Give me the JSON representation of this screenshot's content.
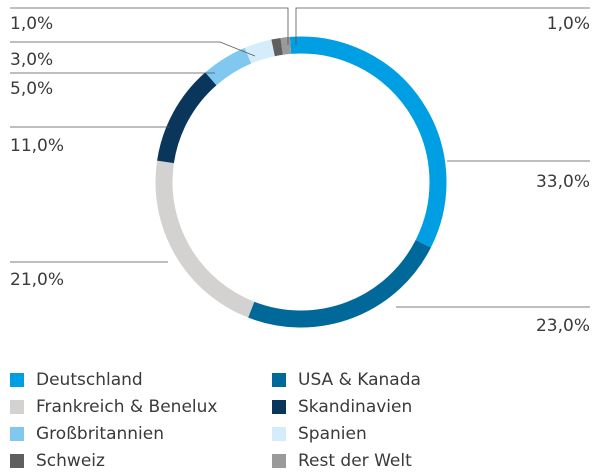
{
  "chart_data": {
    "type": "pie",
    "variant": "donut",
    "slices": [
      {
        "name": "Deutschland",
        "value": 33.0,
        "label": "33,0%",
        "color": "#009fe3"
      },
      {
        "name": "USA & Kanada",
        "value": 23.0,
        "label": "23,0%",
        "color": "#00699a"
      },
      {
        "name": "Frankreich & Benelux",
        "value": 21.0,
        "label": "21,0%",
        "color": "#d4d2d0"
      },
      {
        "name": "Skandinavien",
        "value": 11.0,
        "label": "11,0%",
        "color": "#0b365c"
      },
      {
        "name": "Großbritannien",
        "value": 5.0,
        "label": "5,0%",
        "color": "#80c8ef"
      },
      {
        "name": "Spanien",
        "value": 3.0,
        "label": "3,0%",
        "color": "#d5ecfa"
      },
      {
        "name": "Schweiz",
        "value": 1.0,
        "label": "1,0%",
        "color": "#5f5f5f"
      },
      {
        "name": "Rest der Welt",
        "value": 1.0,
        "label": "1,0%",
        "color": "#9a9a9a"
      }
    ],
    "legend_placement": "bottom"
  }
}
